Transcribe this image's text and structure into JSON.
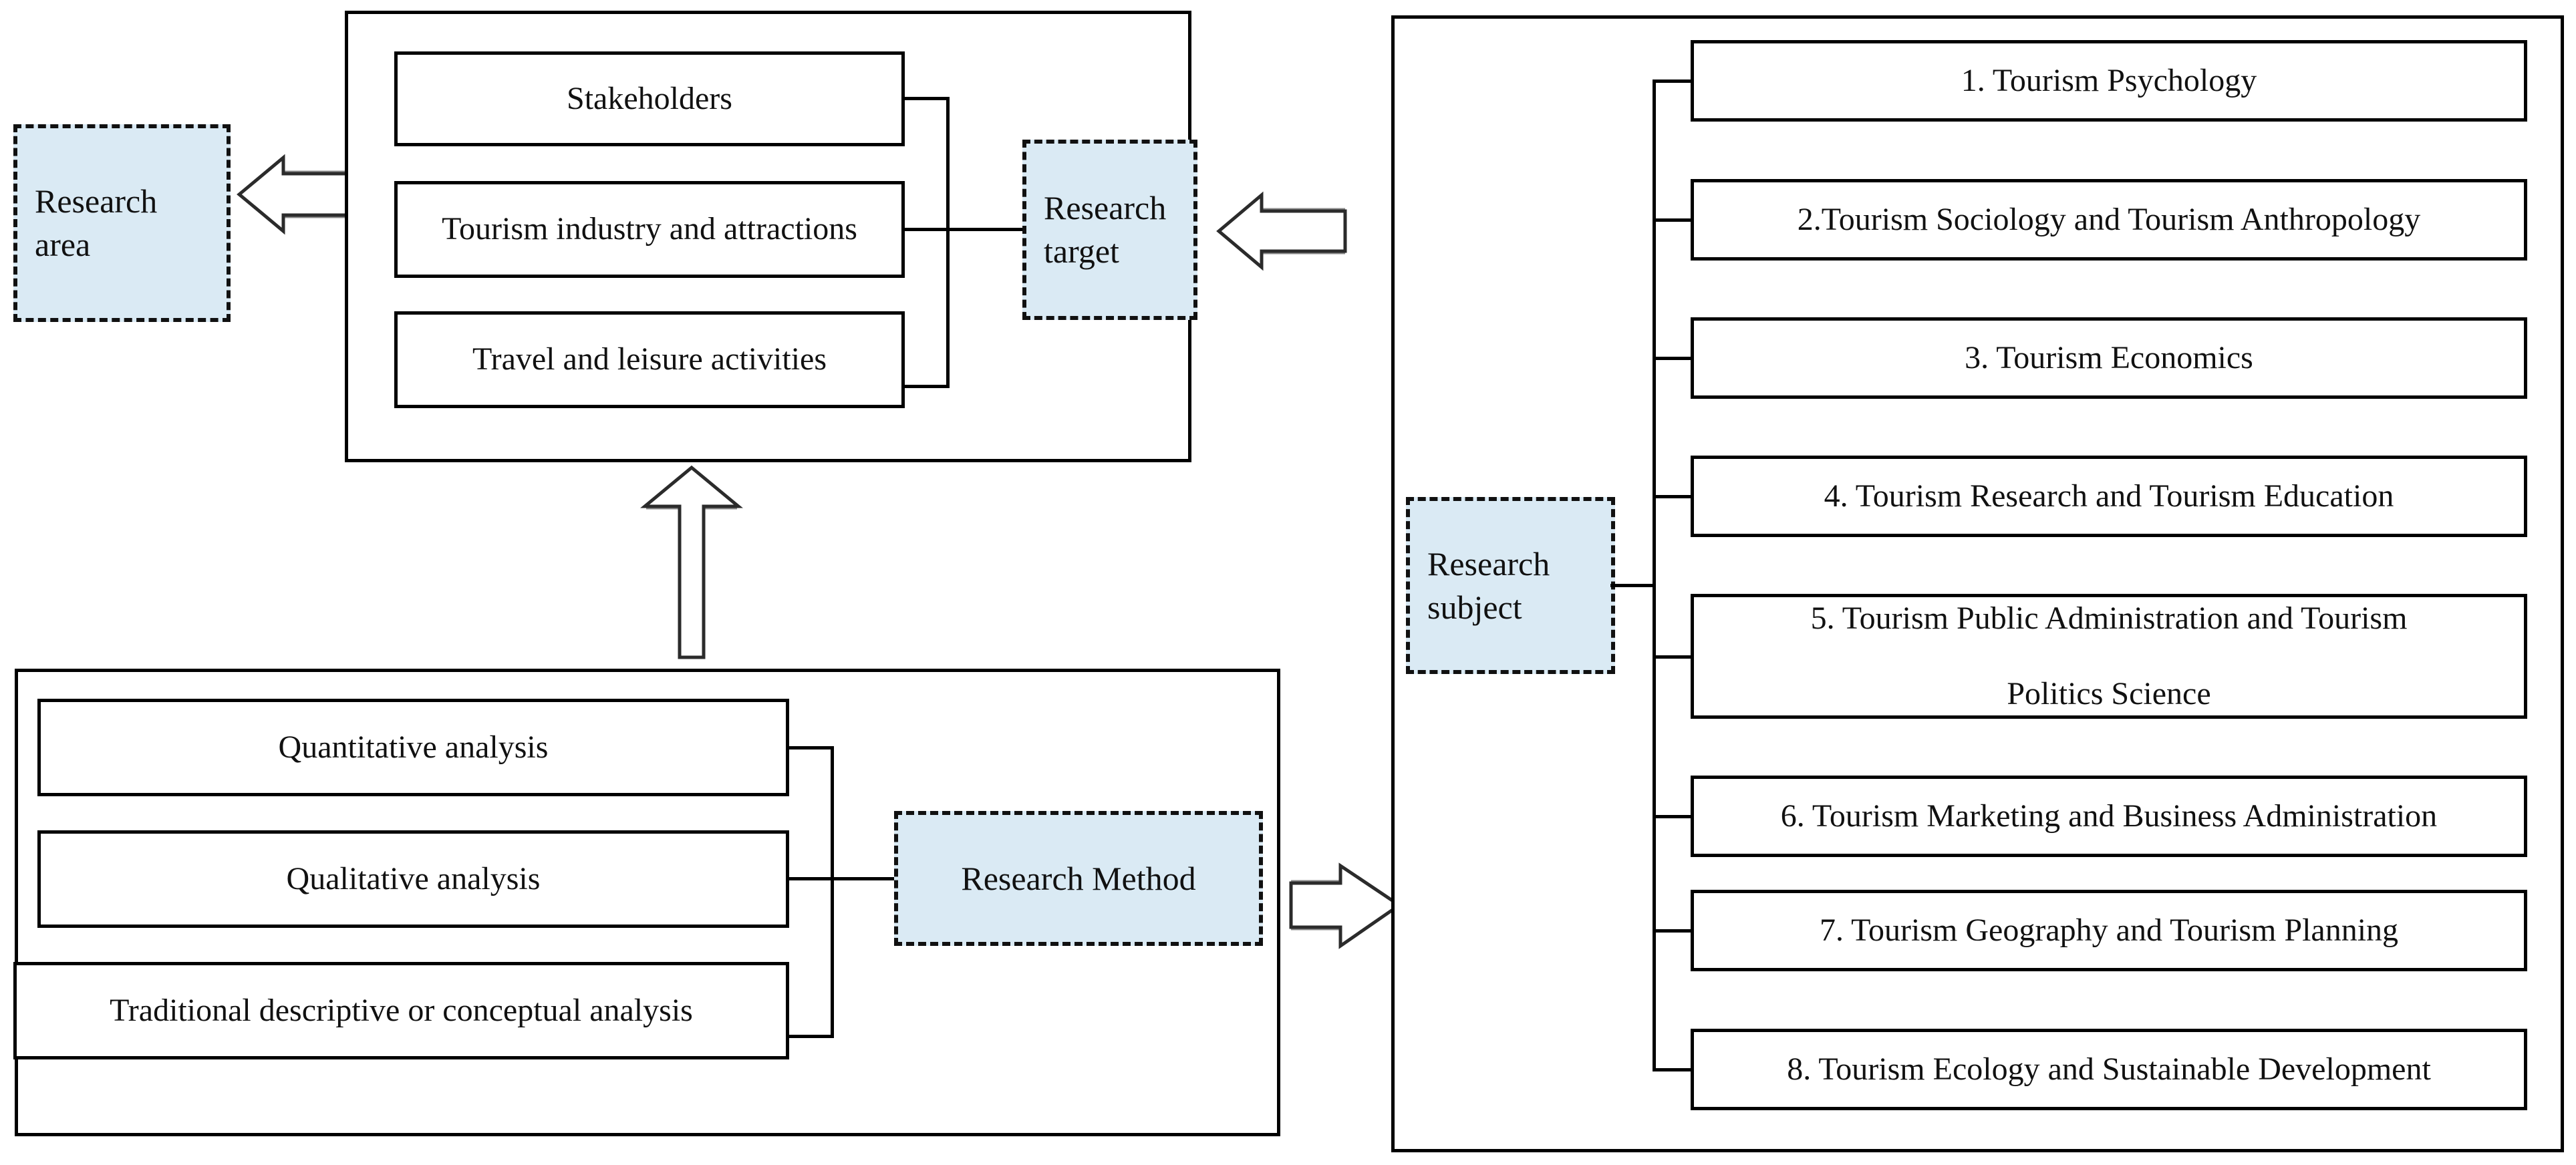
{
  "diagram": {
    "title": "Tourism research framework",
    "accent_blue": "#daeaf4",
    "line_color": "#000000"
  },
  "research_area": {
    "label_line1": "Research",
    "label_line2": "area"
  },
  "research_target": {
    "label_line1": "Research",
    "label_line2": "target"
  },
  "research_method": {
    "label": "Research Method"
  },
  "research_subject": {
    "label_line1": "Research",
    "label_line2": "subject"
  },
  "target_group": {
    "items": [
      {
        "label": "Stakeholders"
      },
      {
        "label": "Tourism industry and attractions"
      },
      {
        "label": "Travel  and leisure  activities"
      }
    ]
  },
  "method_group": {
    "items": [
      {
        "label": "Quantitative  analysis"
      },
      {
        "label": "Qualitative  analysis"
      },
      {
        "label": "Traditional  descriptive or conceptual analysis"
      }
    ]
  },
  "subject_group": {
    "items": [
      {
        "line1": "1. Tourism Psychology",
        "line2": ""
      },
      {
        "line1": "2.Tourism Sociology and Tourism Anthropology",
        "line2": ""
      },
      {
        "line1": "3. Tourism Economics",
        "line2": ""
      },
      {
        "line1": "4. Tourism Research and Tourism Education",
        "line2": ""
      },
      {
        "line1": "5. Tourism Public Administration  and Tourism",
        "line2": "Politics Science"
      },
      {
        "line1": "6. Tourism Marketing  and Business Administration",
        "line2": ""
      },
      {
        "line1": "7. Tourism Geography and Tourism Planning",
        "line2": ""
      },
      {
        "line1": "8. Tourism Ecology and Sustainable  Development",
        "line2": ""
      }
    ]
  },
  "arrows": {
    "subject_to_target": "left-block-arrow",
    "target_to_area": "left-block-arrow",
    "method_up": "up-block-arrow",
    "method_to_subject": "right-block-arrow"
  }
}
